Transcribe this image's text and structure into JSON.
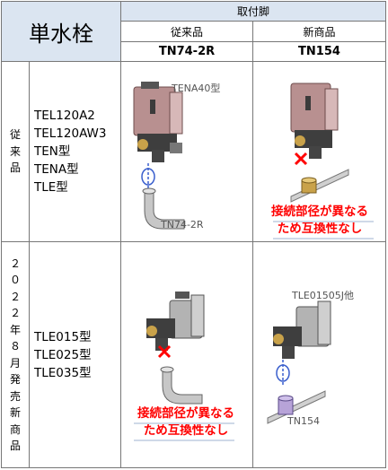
{
  "header": {
    "title": "単水栓",
    "group_label": "取付脚",
    "col_conventional": "従来品",
    "col_new": "新商品",
    "conventional_model": "TN74-2R",
    "new_model": "TN154"
  },
  "rows": [
    {
      "category_chars": [
        "従",
        "来",
        "品"
      ],
      "models": [
        "TEL120A2",
        "TEL120AW3",
        "TEN型",
        "TENA型",
        "TLE型"
      ],
      "fig_conventional": {
        "unit_label": "TENA40型",
        "leg_label": "TN74-2R"
      },
      "fig_new": {
        "warning_line1": "接続部径が異なる",
        "warning_line2": "ため互換性なし"
      }
    },
    {
      "category_chars": [
        "２",
        "０",
        "２",
        "２",
        "年",
        "８",
        "月",
        "発",
        "売",
        "新",
        "商",
        "品"
      ],
      "models": [
        "TLE015型",
        "TLE025型",
        "TLE035型"
      ],
      "fig_conventional": {
        "warning_line1": "接続部径が異なる",
        "warning_line2": "ため互換性なし"
      },
      "fig_new": {
        "unit_label": "TLE01505J他",
        "leg_label": "TN154"
      }
    }
  ],
  "colors": {
    "header_bg": "#dbe5f1",
    "warning": "#ff0000",
    "connector": "#3a5fcd",
    "cross": "#ff0000"
  }
}
